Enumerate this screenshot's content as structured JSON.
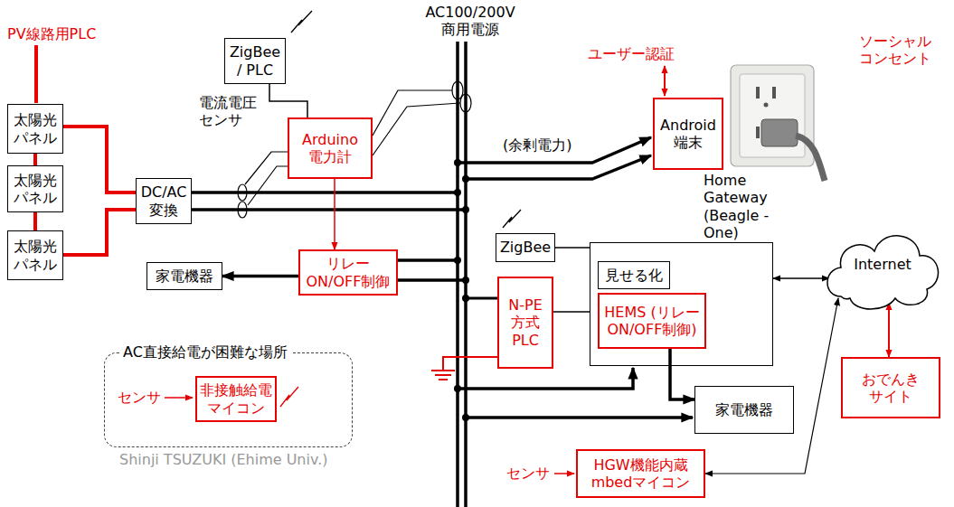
{
  "diagram": {
    "nodes": [
      {
        "text": [
          "太陽光 パネル"
        ]
      },
      {
        "text": [
          "太陽光 パネル"
        ]
      },
      {
        "text": [
          "太陽光 パネル"
        ]
      },
      {
        "text": [
          "DC/AC 変換"
        ]
      },
      {
        "text": [
          "ZigBee / PLC"
        ]
      },
      {
        "text": [
          "Arduino 電力計"
        ]
      },
      {
        "text": [
          "Android 端末"
        ]
      },
      {
        "text": [
          "家電機器"
        ]
      },
      {
        "text": [
          "リレー ON/OFF制御"
        ]
      },
      {
        "text": [
          "ZigBee"
        ]
      },
      {
        "text": [
          "Home Gateway (Beagle -One)"
        ]
      },
      {
        "text": [
          "見せる化"
        ],
        "in": 10
      },
      {
        "text": [
          "HEMS (リレー ON/OFF制御)"
        ],
        "in": 10
      },
      {
        "text": [
          "N-PE 方式 PLC"
        ]
      },
      {
        "text": [
          "Internet"
        ]
      },
      {
        "text": [
          "おでんき サイト"
        ]
      },
      {
        "text": [
          "家電機器"
        ]
      },
      {
        "text": [
          "AC直接給電が困難な場所"
        ]
      },
      {
        "text": [
          "非接触給電 マイコン"
        ],
        "in": 17
      },
      {
        "text": [
          "HGW機能内蔵 mbedマイコン"
        ]
      }
    ],
    "edges": [
      {
        "from": 0,
        "to": 1,
        "arrow": "none"
      },
      {
        "from": 1,
        "to": 2,
        "arrow": "none"
      },
      {
        "from": 0,
        "to": 3,
        "arrow": "none"
      },
      {
        "from": 2,
        "to": 3,
        "arrow": "none"
      },
      {
        "from": 4,
        "to": 5,
        "arrow": "none"
      },
      {
        "from": 5,
        "to": 8,
        "arrow": "to"
      },
      {
        "from": 8,
        "to": 7,
        "arrow": "to"
      },
      {
        "from": 9,
        "to": 10,
        "arrow": "none"
      },
      {
        "from": 13,
        "to": 10,
        "arrow": "none"
      },
      {
        "from": 10,
        "to": 14,
        "arrow": "both"
      },
      {
        "from": 14,
        "to": 15,
        "arrow": "both"
      },
      {
        "from": 12,
        "to": 16,
        "arrow": "to"
      },
      {
        "from": 19,
        "to": 14,
        "arrow": "both"
      }
    ],
    "labels": [
      "PV線路用PLC",
      "電流電圧 センサ",
      "AC100/200V 商用電源",
      "ユーザー認証",
      "ソーシャル コンセント",
      "(余剰電力)",
      "センサ",
      "Shinji TSUZUKI (Ehime Univ.)",
      "センサ"
    ]
  }
}
